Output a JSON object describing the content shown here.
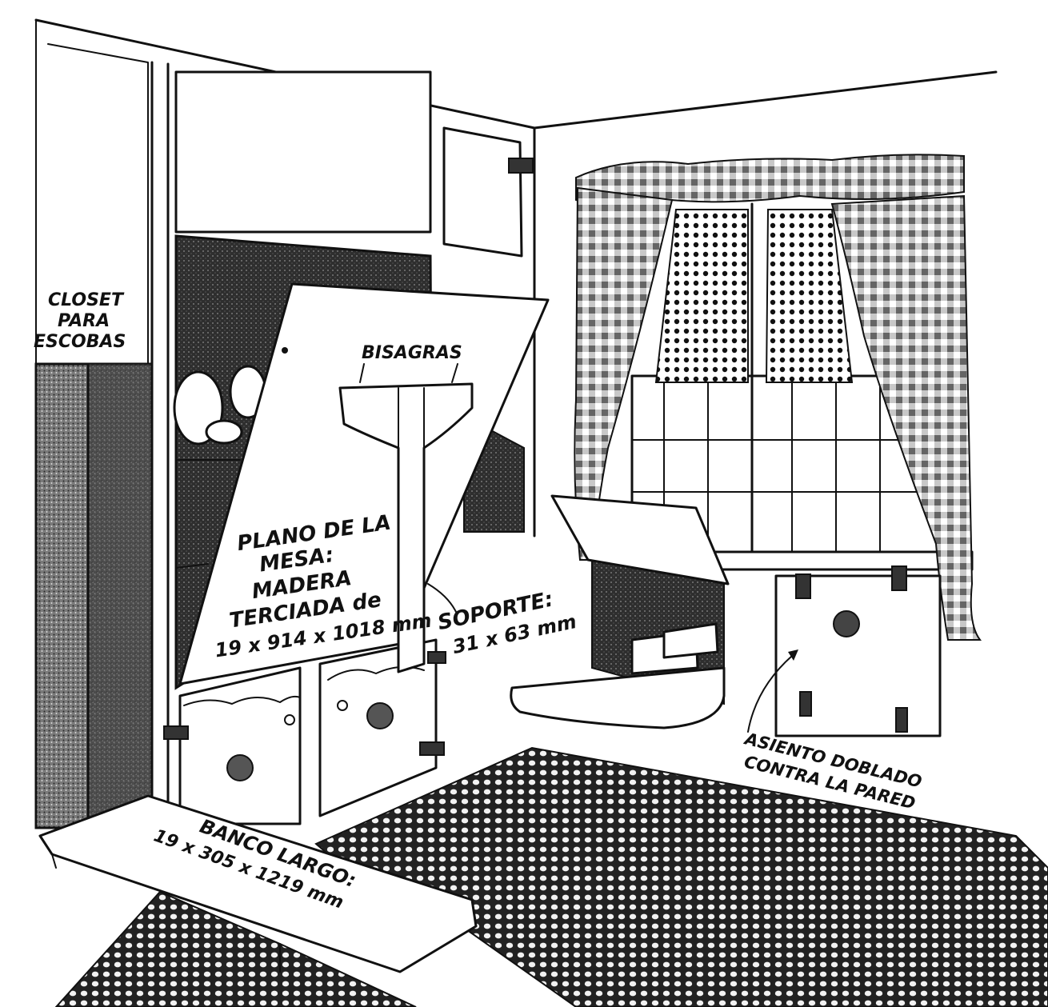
{
  "labels": {
    "closet_line1": "CLOSET",
    "closet_line2": "PARA",
    "closet_line3": "ESCOBAS",
    "bisagras": "BISAGRAS",
    "plano_line1": "PLANO DE LA",
    "plano_line2": "MESA:",
    "plano_line3": "MADERA",
    "plano_line4": "TERCIADA de",
    "plano_line5": "19 x 914 x 1018 mm",
    "soporte_line1": "SOPORTE:",
    "soporte_line2": "31 x 63 mm",
    "asiento_line1": "ASIENTO DOBLADO",
    "asiento_line2": "CONTRA LA PARED",
    "banco_line1": "BANCO LARGO:",
    "banco_line2": "19 x 305 x 1219 mm"
  },
  "colors": {
    "ink": "#111111",
    "paper": "#ffffff"
  }
}
